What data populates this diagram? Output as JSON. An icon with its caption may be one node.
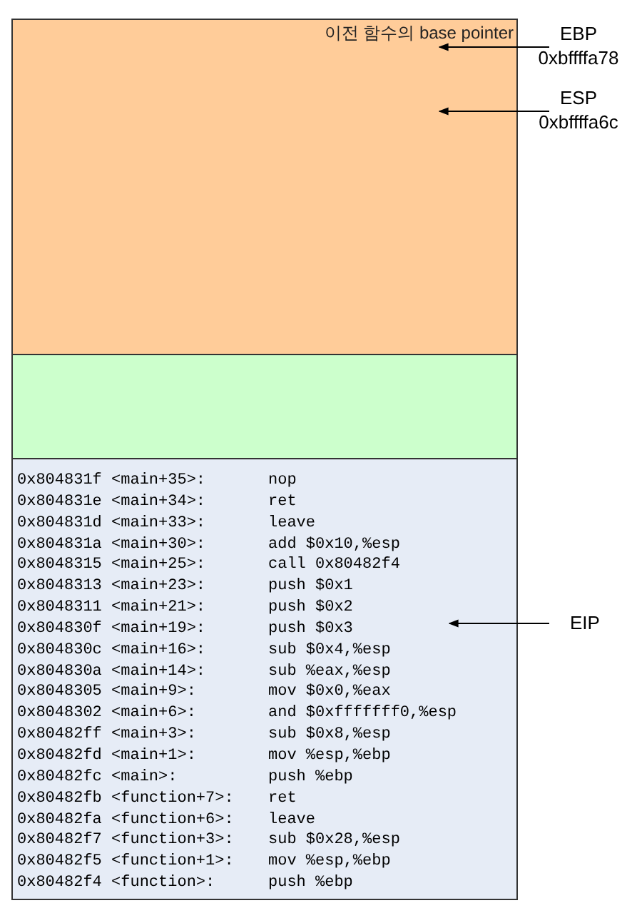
{
  "diagram": {
    "nodes": [
      {
        "text": [
          "이전 함수의 base pointer"
        ]
      },
      {
        "text": [],
        "shape": "box"
      },
      {
        "text": [],
        "shape": "box"
      },
      {
        "text": [
          "EBP",
          "0xbffffa78"
        ]
      },
      {
        "text": [
          "ESP",
          "0xbffffa6c"
        ]
      },
      {
        "text": [
          "EIP"
        ]
      }
    ],
    "edges": [
      {
        "from": 3,
        "to": 0,
        "arrow": "to"
      },
      {
        "from": 4,
        "to": 0,
        "arrow": "to"
      },
      {
        "from": 5,
        "to": 2,
        "arrow": "to"
      }
    ],
    "labels": [
      "0x804831f <main+35>:",
      "nop",
      "0x804831e <main+34>:",
      "ret",
      "0x804831d <main+33>:",
      "leave",
      "0x804831a <main+30>:",
      "add $0x10,%esp",
      "0x8048315 <main+25>:",
      "call 0x80482f4",
      "0x8048313 <main+23>:",
      "push $0x1",
      "0x8048311 <main+21>:",
      "push $0x2",
      "0x804830f <main+19>:",
      "push $0x3",
      "0x804830c <main+16>:",
      "sub $0x4,%esp",
      "0x804830a <main+14>:",
      "sub %eax,%esp",
      "0x8048305 <main+9>:",
      "mov $0x0,%eax",
      "0x8048302 <main+6>:",
      "and $0xfffffff0,%esp",
      "0x80482ff <main+3>:",
      "sub $0x8,%esp",
      "0x80482fd <main+1>:",
      "mov %esp,%ebp",
      "0x80482fc <main>:",
      "push %ebp",
      "0x80482fb <function+7>:",
      "ret",
      "0x80482fa <function+6>:",
      "leave",
      "0x80482f7 <function+3>:",
      "sub $0x28,%esp",
      "0x80482f5 <function+1>:",
      "mov %esp,%ebp",
      "0x80482f4 <function>:",
      "push %ebp"
    ]
  }
}
